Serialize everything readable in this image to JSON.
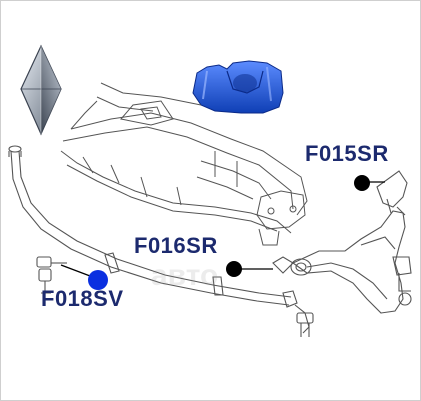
{
  "labels": {
    "f015": "F015SR",
    "f016": "F016SR",
    "f018": "F018SV"
  },
  "watermark": "авто",
  "colors": {
    "label_text": "#1c2a6e",
    "marker_black": "#000000",
    "marker_blue": "#0a2fe0",
    "bushing_blue": "#1f5bd6",
    "line_art": "#555555"
  },
  "icons": {
    "logo": "diamond-logo-icon",
    "bushing": "stabilizer-bushing-icon"
  }
}
